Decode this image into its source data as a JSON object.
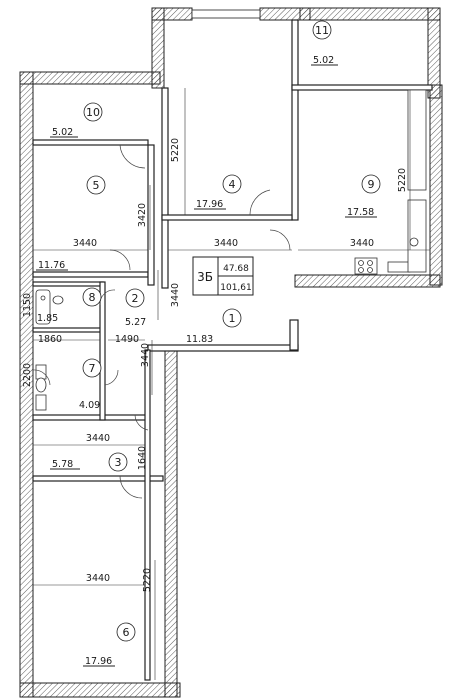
{
  "summary": {
    "code": "3Б",
    "living_area": "47.68",
    "total_area": "101,61"
  },
  "rooms": [
    {
      "number": "1",
      "area": "11.83"
    },
    {
      "number": "2",
      "area": "5.27"
    },
    {
      "number": "3",
      "area": "5.78"
    },
    {
      "number": "4",
      "area": "17.96"
    },
    {
      "number": "5",
      "area": "11.76"
    },
    {
      "number": "6",
      "area": "17.96"
    },
    {
      "number": "7",
      "area": "4.09"
    },
    {
      "number": "8",
      "area": "1.85"
    },
    {
      "number": "9",
      "area": "17.58"
    },
    {
      "number": "10",
      "area": "5.02"
    },
    {
      "number": "11",
      "area": "5.02"
    }
  ],
  "dimensions": {
    "d_5220_room4": "5220",
    "d_5220_room9": "5220",
    "d_5220_room6": "5220",
    "d_3420": "3420",
    "d_3440_left": "3440",
    "d_3440_mid": "3440",
    "d_3440_right": "3440",
    "d_3440_vert_a": "3440",
    "d_3440_vert_b": "3440",
    "d_3440_room3": "3440",
    "d_3440_room6": "3440",
    "d_1150": "1150",
    "d_1860": "1860",
    "d_1490": "1490",
    "d_2200": "2200",
    "d_1640": "1640"
  }
}
